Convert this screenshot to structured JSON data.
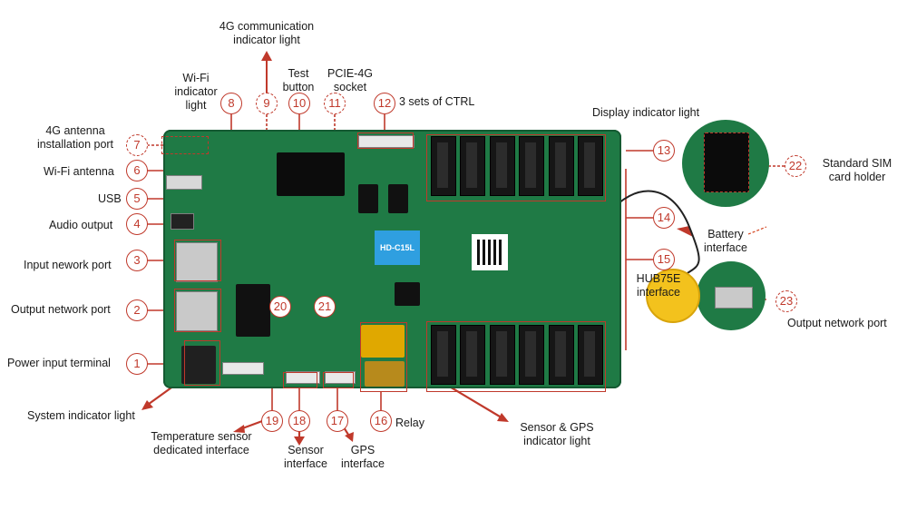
{
  "title": "",
  "model_text": "HD-C15L",
  "colors": {
    "accent": "#c0392b",
    "board": "#1f7a45",
    "battery": "#f3c21d"
  },
  "callouts": [
    {
      "id": "1",
      "label": "Power input terminal"
    },
    {
      "id": "2",
      "label": "Output network port"
    },
    {
      "id": "3",
      "label": "Input nework port"
    },
    {
      "id": "4",
      "label": "Audio output"
    },
    {
      "id": "5",
      "label": "USB"
    },
    {
      "id": "6",
      "label": "Wi-Fi antenna"
    },
    {
      "id": "7",
      "label": "4G antenna installation port"
    },
    {
      "id": "8",
      "label": "Wi-Fi indicator light"
    },
    {
      "id": "9",
      "label": "4G communication indicator light"
    },
    {
      "id": "10",
      "label": "Test button"
    },
    {
      "id": "11",
      "label": "PCIE-4G socket"
    },
    {
      "id": "12",
      "label": "3 sets of CTRL"
    },
    {
      "id": "13",
      "label": "Display indicator light"
    },
    {
      "id": "14",
      "label": "Battery interface"
    },
    {
      "id": "15",
      "label": "HUB75E interface"
    },
    {
      "id": "16",
      "label": "Relay"
    },
    {
      "id": "17",
      "label": "GPS interface"
    },
    {
      "id": "18",
      "label": "Sensor interface"
    },
    {
      "id": "19",
      "label": "Temperature sensor dedicated interface"
    },
    {
      "id": "20",
      "label": "System indicator light"
    },
    {
      "id": "21",
      "label": "Sensor & GPS indicator light"
    },
    {
      "id": "22",
      "label": "Standard SIM card holder"
    },
    {
      "id": "23",
      "label": "Output network port"
    }
  ]
}
